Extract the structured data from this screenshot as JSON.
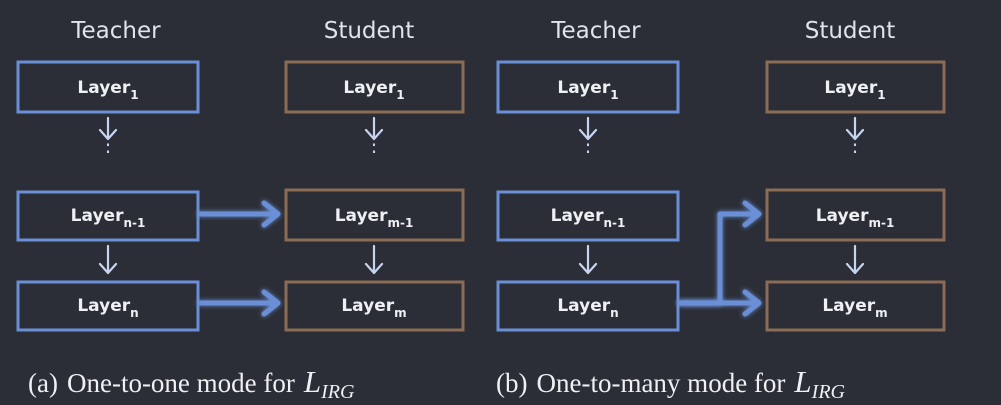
{
  "panels": [
    {
      "teacher_header": "Teacher",
      "student_header": "Student",
      "teacher_layers": [
        {
          "base": "Layer",
          "sub": "1"
        },
        {
          "base": "Layer",
          "sub": "n-1"
        },
        {
          "base": "Layer",
          "sub": "n"
        }
      ],
      "student_layers": [
        {
          "base": "Layer",
          "sub": "1"
        },
        {
          "base": "Layer",
          "sub": "m-1"
        },
        {
          "base": "Layer",
          "sub": "m"
        }
      ],
      "mode": "one-to-one",
      "caption": {
        "label": "(a)",
        "text": "One-to-one mode for",
        "var": "L",
        "var_sub": "IRG"
      }
    },
    {
      "teacher_header": "Teacher",
      "student_header": "Student",
      "teacher_layers": [
        {
          "base": "Layer",
          "sub": "1"
        },
        {
          "base": "Layer",
          "sub": "n-1"
        },
        {
          "base": "Layer",
          "sub": "n"
        }
      ],
      "student_layers": [
        {
          "base": "Layer",
          "sub": "1"
        },
        {
          "base": "Layer",
          "sub": "m-1"
        },
        {
          "base": "Layer",
          "sub": "m"
        }
      ],
      "mode": "one-to-many",
      "caption": {
        "label": "(b)",
        "text": "One-to-many mode for",
        "var": "L",
        "var_sub": "IRG"
      }
    }
  ],
  "colors": {
    "background": "#2b2e36",
    "teacher_border": "#6b8fd6",
    "student_border": "#8b6c55",
    "arrow": "#6b8fd6",
    "arrow_small": "#c7d4f0",
    "text": "#eef0f4"
  }
}
